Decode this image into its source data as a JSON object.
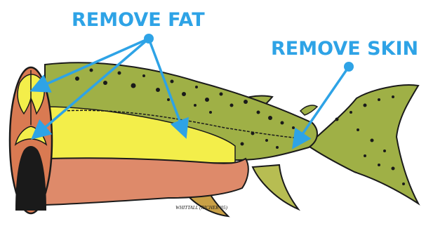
{
  "labels": {
    "remove_fat": "REMOVE FAT",
    "remove_skin": "REMOVE SKIN"
  },
  "signature": "WHITTALL (RICHER '05)",
  "colors": {
    "annotation": "#2ea3e6",
    "skin": "#9fb046",
    "fat": "#f3ee4a",
    "flesh": "#d97a52",
    "outline": "#1a1a1a"
  }
}
